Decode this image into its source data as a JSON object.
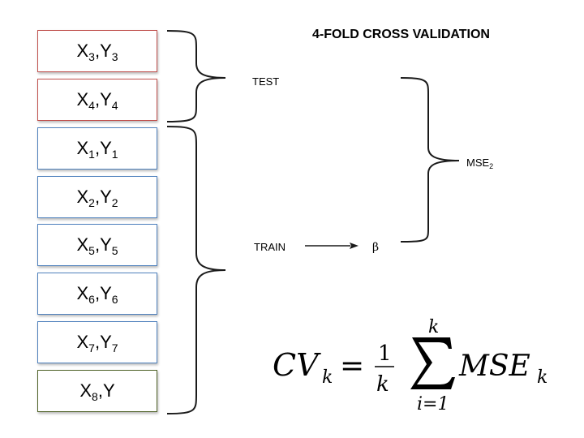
{
  "title": "4-FOLD CROSS VALIDATION",
  "folds": [
    {
      "x": "X",
      "xi": "3",
      "y": "Y",
      "yi": "3",
      "group": "test"
    },
    {
      "x": "X",
      "xi": "4",
      "y": "Y",
      "yi": "4",
      "group": "test"
    },
    {
      "x": "X",
      "xi": "1",
      "y": "Y",
      "yi": "1",
      "group": "train"
    },
    {
      "x": "X",
      "xi": "2",
      "y": "Y",
      "yi": "2",
      "group": "train"
    },
    {
      "x": "X",
      "xi": "5",
      "y": "Y",
      "yi": "5",
      "group": "train"
    },
    {
      "x": "X",
      "xi": "6",
      "y": "Y",
      "yi": "6",
      "group": "train"
    },
    {
      "x": "X",
      "xi": "7",
      "y": "Y",
      "yi": "7",
      "group": "train"
    },
    {
      "x": "X",
      "xi": "8",
      "y": "Y",
      "yi": "",
      "group": "train"
    }
  ],
  "labels": {
    "test": "TEST",
    "train": "TRAIN",
    "beta": "β",
    "mse": "MSE",
    "mse_sub": "2"
  },
  "formula": {
    "cv": "CV",
    "cv_sub": "k",
    "equals": "=",
    "numerator": "1",
    "denominator": "k",
    "sum_top": "k",
    "sum_bottom": "i=1",
    "mse": "MSE",
    "mse_sub": "k"
  },
  "colors": {
    "test_border": "#c0504d",
    "train_border": "#4f81bd",
    "last_border": "#4f6228"
  }
}
